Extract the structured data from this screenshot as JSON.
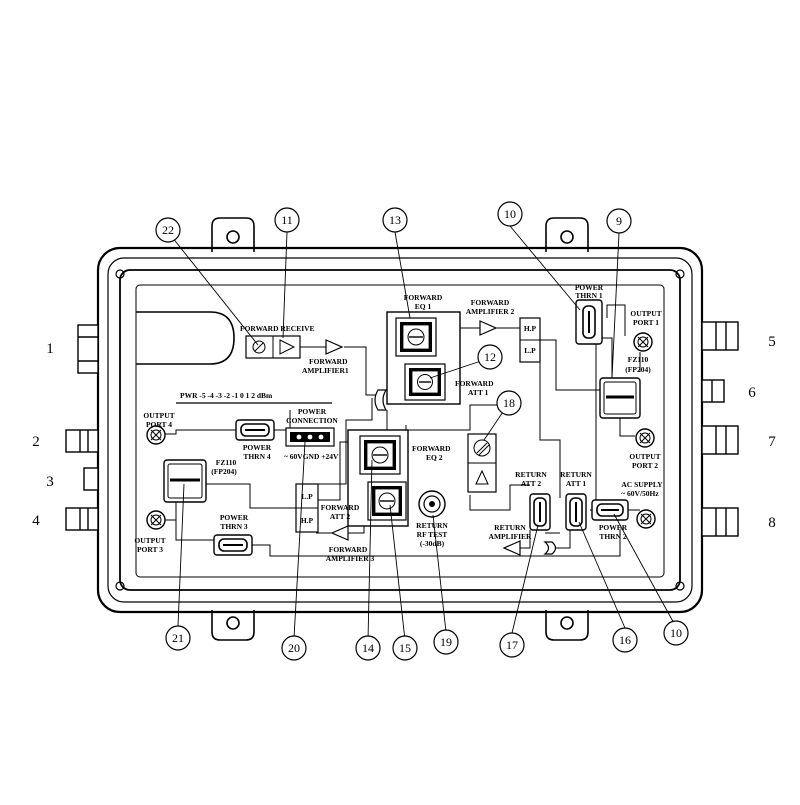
{
  "labels": {
    "forward_receive": "FORWARD RECEIVE",
    "forward_amp1": [
      "FORWARD",
      "AMPLIFIER1"
    ],
    "forward_eq1": [
      "FORWARD",
      "EQ 1"
    ],
    "forward_amp2": [
      "FORWARD",
      "AMPLIFIER 2"
    ],
    "forward_att1": [
      "FORWARD",
      "ATT 1"
    ],
    "power_thrn1": [
      "POWER",
      "THRN 1"
    ],
    "output_port1": [
      "OUTPUT",
      "PORT 1"
    ],
    "fz110_right": [
      "FZ110",
      "(FP204)"
    ],
    "output_port2": [
      "OUTPUT",
      "PORT 2"
    ],
    "ac_supply": [
      "AC SUPPLY",
      "~ 60V/50Hz"
    ],
    "power_thrn2": [
      "POWER",
      "THRN 2"
    ],
    "pwr_scale": "PWR -5 -4 -3 -2 -1 0 1 2 dBm",
    "power_connection": [
      "POWER",
      "CONNECTION"
    ],
    "power_connection_pins": "~ 60VGND +24V",
    "output_port4": [
      "OUTPUT",
      "PORT 4"
    ],
    "power_thrn4": [
      "POWER",
      "THRN 4"
    ],
    "fz110_left": [
      "FZ110",
      "(FP204)"
    ],
    "output_port3": [
      "OUTPUT",
      "PORT 3"
    ],
    "power_thrn3": [
      "POWER",
      "THRN 3"
    ],
    "hp": "H.P",
    "lp": "L.P",
    "forward_eq2": [
      "FORWARD",
      "EQ 2"
    ],
    "forward_att2": [
      "FORWARD",
      "ATT 2"
    ],
    "forward_amp3": [
      "FORWARD",
      "AMPLIFIER 3"
    ],
    "return_rf_test": [
      "RETURN",
      "RF TEST",
      "(-30dB)"
    ],
    "return_att2": [
      "RETURN",
      "ATT 2"
    ],
    "return_att1": [
      "RETURN",
      "ATT 1"
    ],
    "return_amplifier": [
      "RETURN",
      "AMPLIFIER"
    ]
  },
  "callouts": {
    "outer": [
      "1",
      "2",
      "3",
      "4",
      "5",
      "6",
      "7",
      "8"
    ],
    "top": [
      "22",
      "11",
      "13",
      "10",
      "9",
      "12",
      "18"
    ],
    "bottom": [
      "21",
      "20",
      "14",
      "15",
      "19",
      "17",
      "16",
      "10"
    ]
  }
}
